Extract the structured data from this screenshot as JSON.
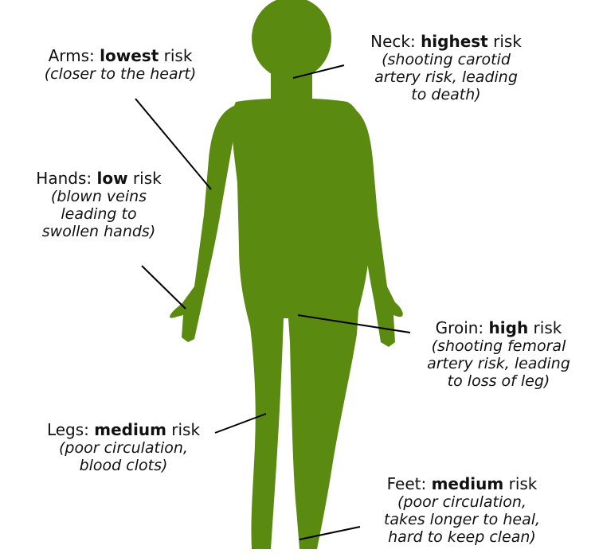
{
  "colors": {
    "body": "#5a8a10",
    "line": "#000000",
    "text": "#111111"
  },
  "labels": {
    "arms": {
      "part": "Arms: ",
      "level": "lowest",
      "suffix": " risk",
      "desc": [
        "(closer to the heart)"
      ]
    },
    "neck": {
      "part": "Neck: ",
      "level": "highest",
      "suffix": " risk",
      "desc": [
        "(shooting carotid",
        "artery risk, leading",
        "to death)"
      ]
    },
    "hands": {
      "part": "Hands: ",
      "level": "low",
      "suffix": " risk",
      "desc": [
        "(blown veins",
        "leading to",
        "swollen hands)"
      ]
    },
    "groin": {
      "part": "Groin: ",
      "level": "high",
      "suffix": " risk",
      "desc": [
        "(shooting femoral",
        "artery risk, leading",
        "to loss of leg)"
      ]
    },
    "legs": {
      "part": "Legs: ",
      "level": "medium",
      "suffix": " risk",
      "desc": [
        "(poor circulation,",
        "blood clots)"
      ]
    },
    "feet": {
      "part": "Feet: ",
      "level": "medium",
      "suffix": " risk",
      "desc": [
        "(poor circulation,",
        "takes longer to heal,",
        "hard to keep clean)"
      ]
    }
  }
}
